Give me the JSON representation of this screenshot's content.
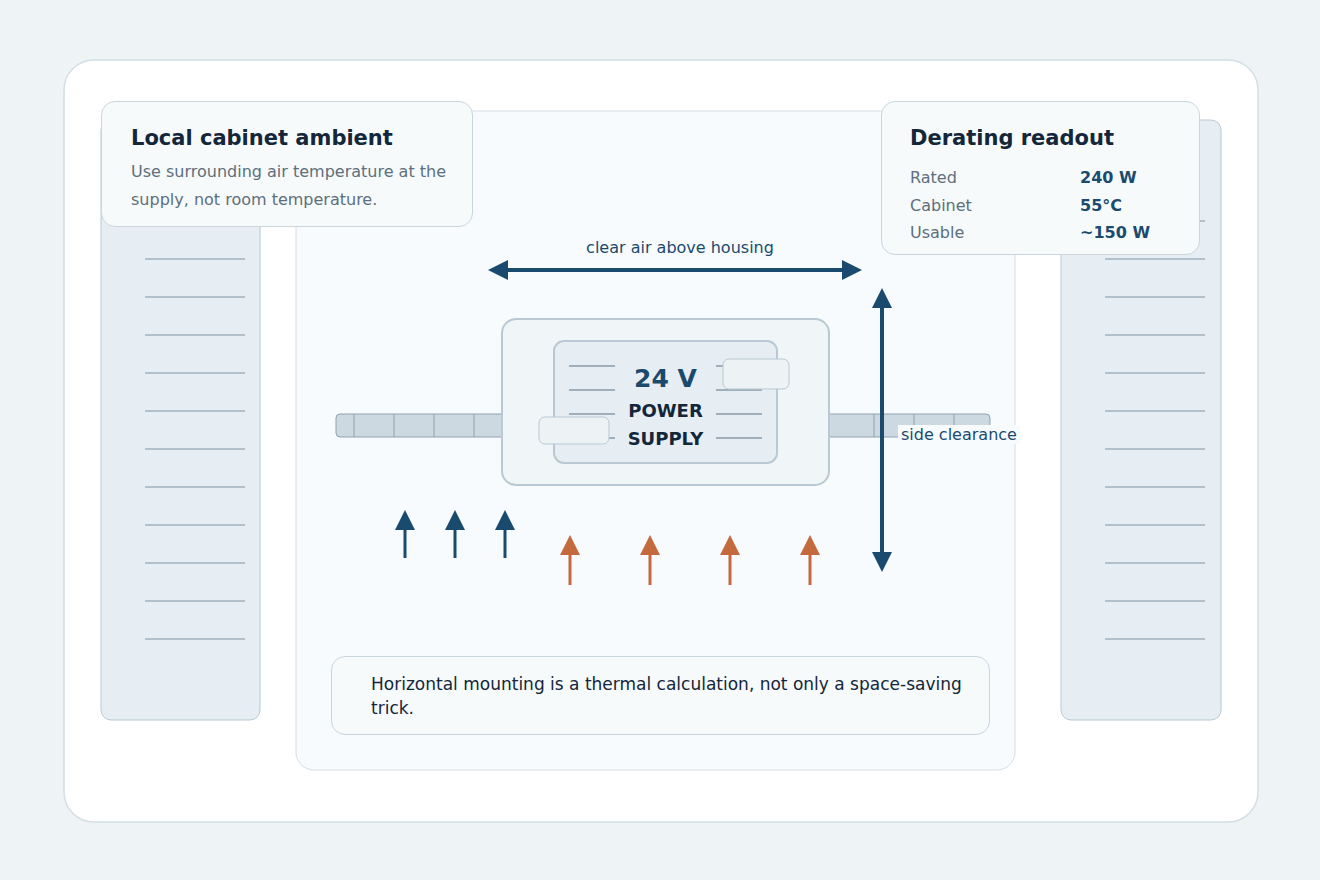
{
  "diagram": {
    "nodes": [
      {
        "text": [
          "Local cabinet ambient",
          "Use surrounding air temperature at the supply, not room temperature."
        ]
      },
      {
        "text": [
          "Derating readout",
          "Rated",
          "240 W",
          "Cabinet",
          "55°C",
          "Usable",
          "~150 W"
        ]
      },
      {
        "text": [
          "24 V",
          "POWER SUPPLY"
        ]
      },
      {
        "text": [
          "Horizontal mounting is a thermal calculation, not only a space-saving trick."
        ]
      }
    ],
    "edges": [],
    "labels": [
      "clear air above housing",
      "side clearance"
    ]
  }
}
